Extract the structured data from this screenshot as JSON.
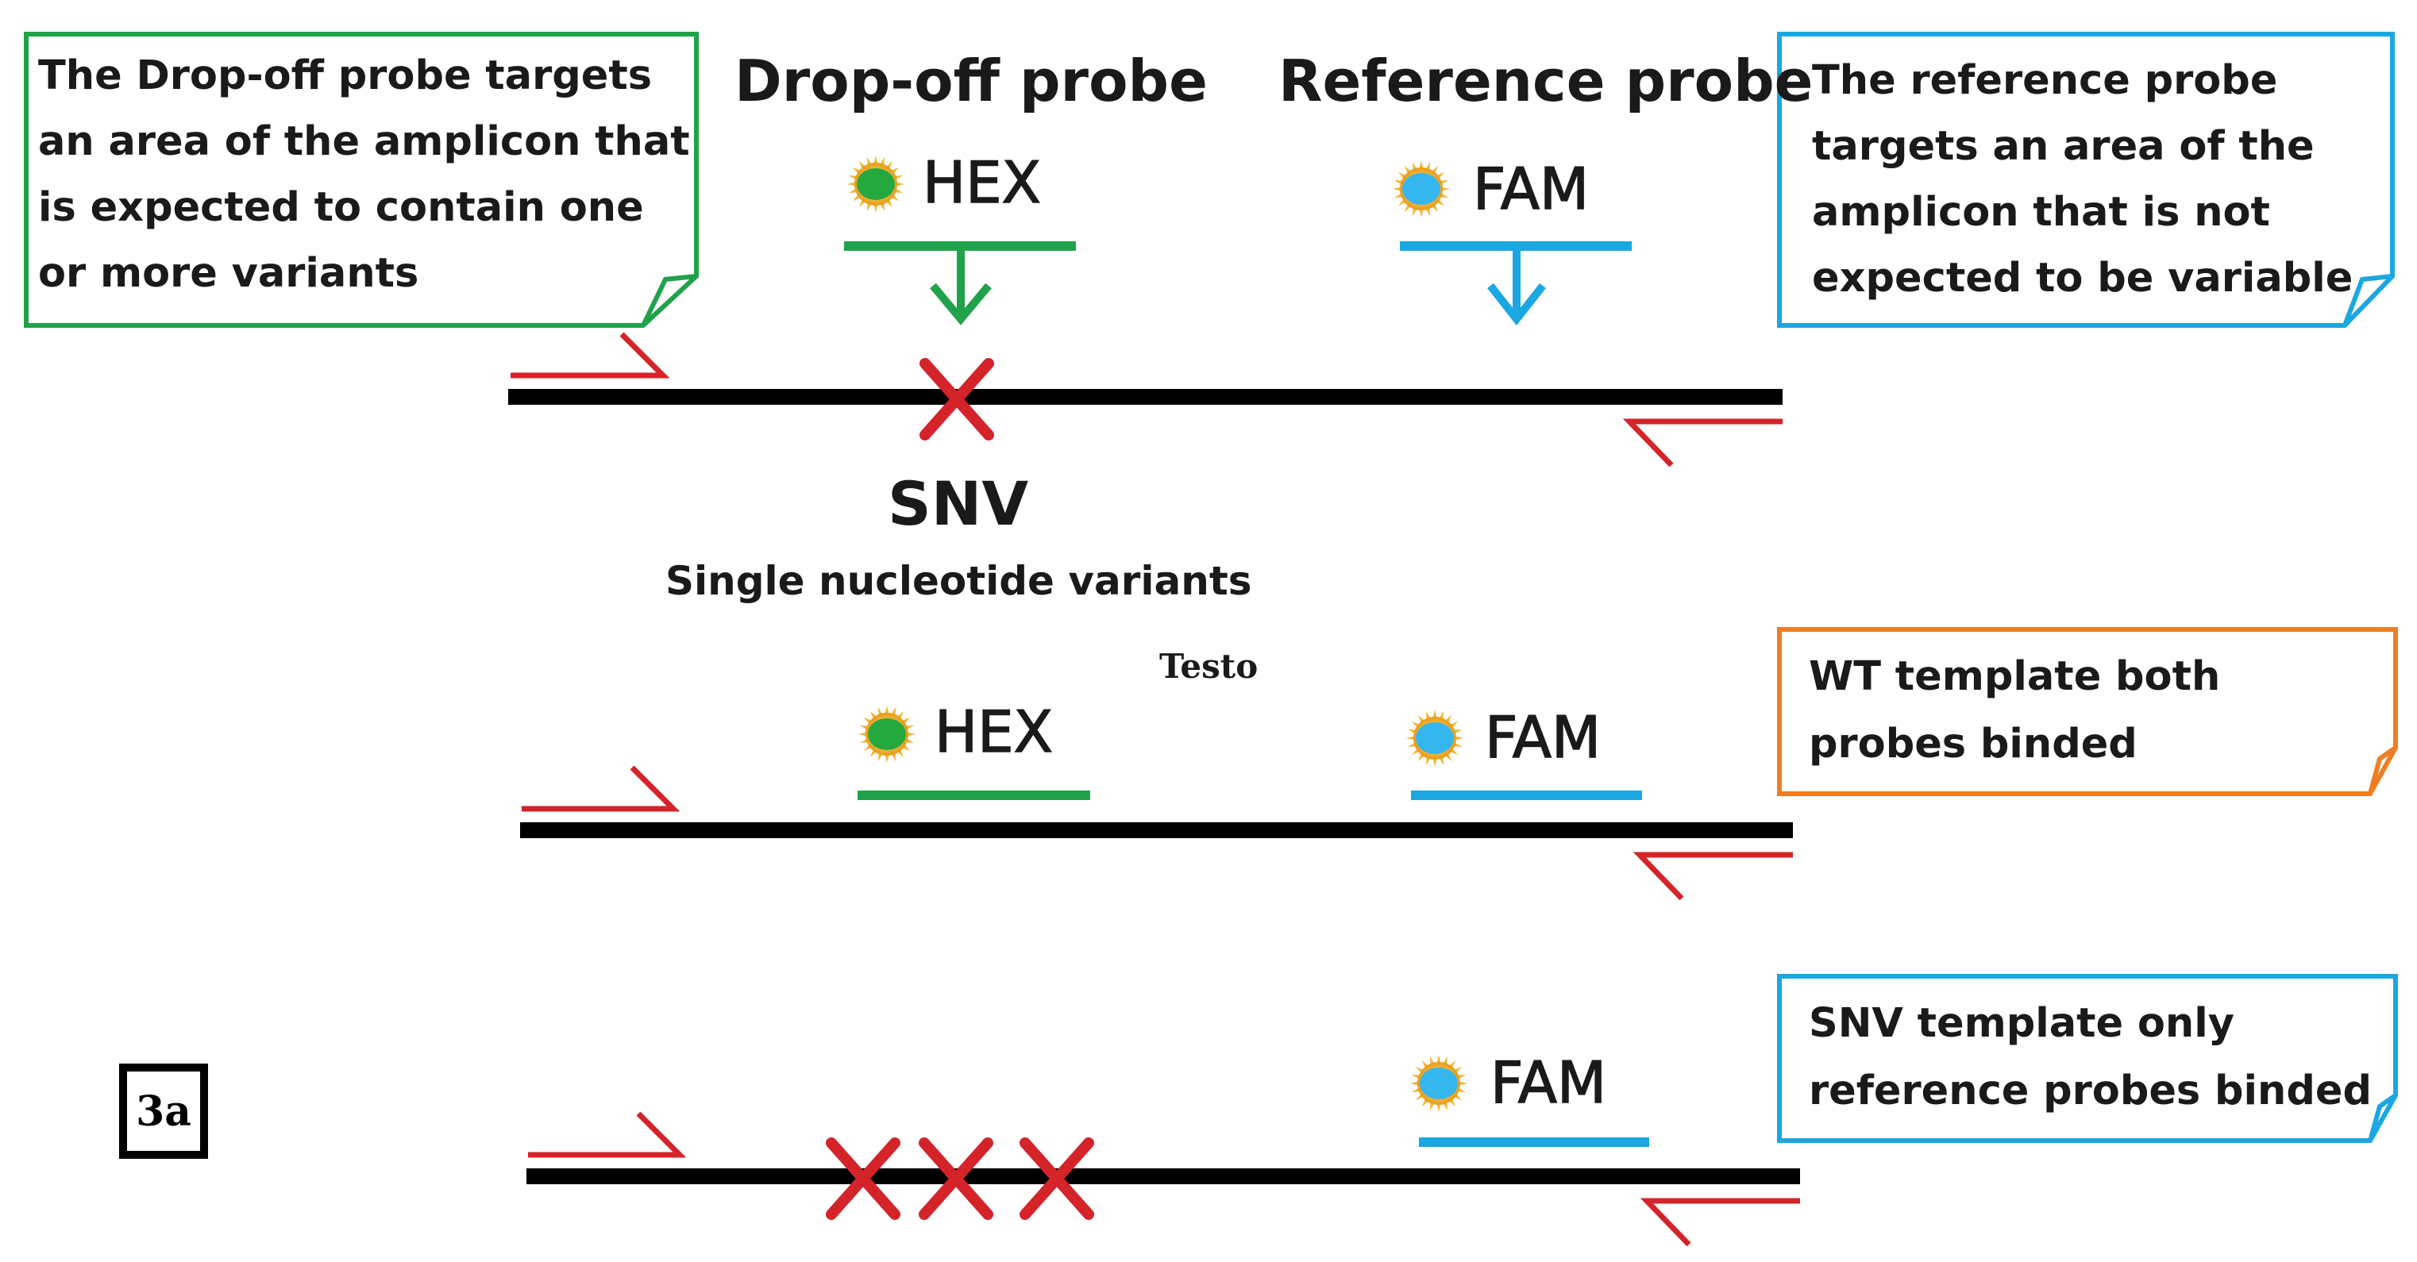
{
  "colors": {
    "green": "#1fa24a",
    "blue": "#1ba7e1",
    "red": "#d5232a",
    "orange": "#ef7d22",
    "black": "#000000",
    "sunburst": "#f2b632",
    "green_dot": "#25a93f",
    "blue_dot": "#35b7ee"
  },
  "callouts": {
    "dropoff": {
      "lines": [
        "The Drop-off probe targets",
        "an area of the amplicon that",
        "is expected to contain one",
        "or more variants"
      ]
    },
    "reference": {
      "lines": [
        "The reference probe",
        "targets an area of the",
        "amplicon that is not",
        "expected to be variable"
      ]
    },
    "wt": {
      "lines": [
        "WT template both",
        "probes binded"
      ]
    },
    "snv_template": {
      "lines": [
        "SNV template only",
        "reference probes binded"
      ]
    }
  },
  "titles": {
    "dropoff_probe": "Drop-off probe",
    "reference_probe": "Reference probe"
  },
  "dyes": {
    "hex": "HEX",
    "fam": "FAM"
  },
  "snv": {
    "title": "SNV",
    "subtitle": "Single nucleotide variants"
  },
  "placeholder_text": "Testo",
  "panel_tag": "3a"
}
